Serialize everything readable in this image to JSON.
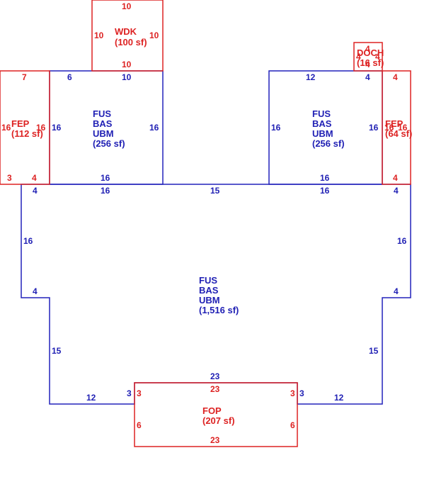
{
  "colors": {
    "main_area": "#2222bb",
    "addition": "#dd2222",
    "background": "#ffffff"
  },
  "areas": {
    "main": {
      "codes": [
        "FUS",
        "BAS",
        "UBM"
      ],
      "area": "(1,516 sf)"
    },
    "left_wing": {
      "codes": [
        "FUS",
        "BAS",
        "UBM"
      ],
      "area": "(256 sf)"
    },
    "right_wing": {
      "codes": [
        "FUS",
        "BAS",
        "UBM"
      ],
      "area": "(256 sf)"
    },
    "wdk": {
      "code": "WDK",
      "area": "(100 sf)"
    },
    "fep_left": {
      "code": "FEP",
      "area": "(112 sf)"
    },
    "fep_right": {
      "code": "FEP",
      "area": "(64 sf)"
    },
    "doch": {
      "code": "DOCH",
      "area": "(16 sf)"
    },
    "fop": {
      "code": "FOP",
      "area": "(207 sf)"
    }
  },
  "dimensions": {
    "wdk": {
      "top": "10",
      "left": "10",
      "right": "10",
      "bottom": "10"
    },
    "fep_left": {
      "top": "7",
      "left": "16",
      "right": "16",
      "bottom_left": "3",
      "bottom_right": "4"
    },
    "left_wing": {
      "top_left": "6",
      "top_right": "10",
      "left": "16",
      "right": "16",
      "bottom": "16"
    },
    "right_wing": {
      "top_left": "12",
      "top_right": "4",
      "left": "16",
      "right": "16",
      "bottom": "16"
    },
    "doch": {
      "top": "4",
      "left": "4",
      "right": "4",
      "bottom": "4"
    },
    "fep_right": {
      "top": "4",
      "left": "16",
      "right": "16",
      "bottom": "4"
    },
    "main": {
      "top_left_step": "4",
      "top_left": "16",
      "top_middle": "15",
      "top_right": "16",
      "top_right_step": "4",
      "left_upper": "16",
      "right_upper": "16",
      "left_step": "4",
      "right_step": "4",
      "left_lower": "15",
      "right_lower": "15",
      "bottom_left": "12",
      "bottom_right": "12",
      "notch_left": "3",
      "notch_right": "3",
      "notch_top": "23"
    },
    "fop": {
      "top": "23",
      "left_top": "3",
      "right_top": "3",
      "left": "6",
      "right": "6",
      "bottom": "23"
    }
  }
}
